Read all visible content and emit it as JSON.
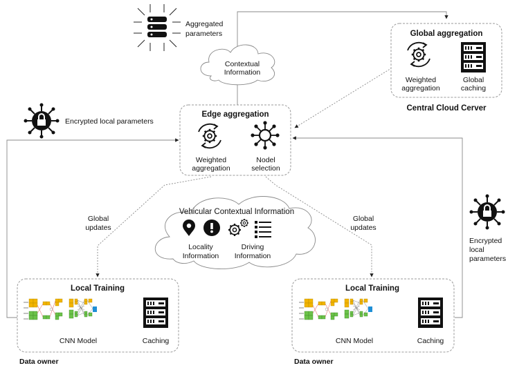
{
  "top_left": {
    "label_line1": "Aggregated",
    "label_line2": "parameters"
  },
  "cloud_top": {
    "line1": "Contextual",
    "line2": "Information"
  },
  "global_box": {
    "title": "Global aggregation",
    "item1_line1": "Weighted",
    "item1_line2": "aggregation",
    "item2_line1": "Global",
    "item2_line2": "caching",
    "caption": "Central Cloud Cerver"
  },
  "edge_box": {
    "title": "Edge aggregation",
    "item1_line1": "Weighted",
    "item1_line2": "aggregation",
    "item2_line1": "Nodel",
    "item2_line2": "selection"
  },
  "encrypted_left": {
    "label": "Encrypted local parameters"
  },
  "encrypted_right": {
    "line1": "Encrypted",
    "line2": "local",
    "line3": "parameters"
  },
  "global_updates_left": {
    "line1": "Global",
    "line2": "updates"
  },
  "global_updates_right": {
    "line1": "Global",
    "line2": "updates"
  },
  "vehicular": {
    "title": "Vehicular Contextual Information",
    "item1_line1": "Locality",
    "item1_line2": "Information",
    "item2_line1": "Driving",
    "item2_line2": "Information"
  },
  "local_left": {
    "title": "Local Training",
    "model": "CNN Model",
    "cache": "Caching",
    "caption": "Data owner"
  },
  "local_right": {
    "title": "Local Training",
    "model": "CNN Model",
    "cache": "Caching",
    "caption": "Data owner"
  },
  "colors": {
    "cnn_orange": "#f2b400",
    "cnn_green": "#6cc24a",
    "cnn_blue": "#1e8fd6",
    "cnn_red": "#e05050",
    "icon": "#111111"
  }
}
